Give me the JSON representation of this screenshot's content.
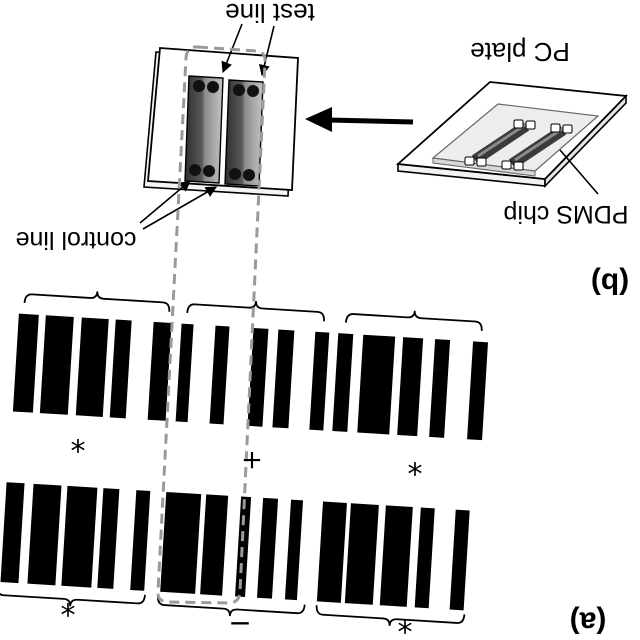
{
  "figure": {
    "panel_a_label": "(a)",
    "panel_b_label": "(b)",
    "labels": {
      "test_line": "test line",
      "control_line": "control line",
      "pc_plate": "PC plate",
      "pdms_chip": "PDMS chip"
    },
    "symbols": {
      "top_left": "*",
      "top_middle": "+",
      "top_right": "*",
      "bottom_left": "*",
      "bottom_middle": "−",
      "bottom_right": "*"
    }
  },
  "colors": {
    "ink": "#000000",
    "dashed_outline": "#9a9a9a",
    "pdms_fill": "#ededed",
    "channel_dark": "#3a3a3a"
  }
}
